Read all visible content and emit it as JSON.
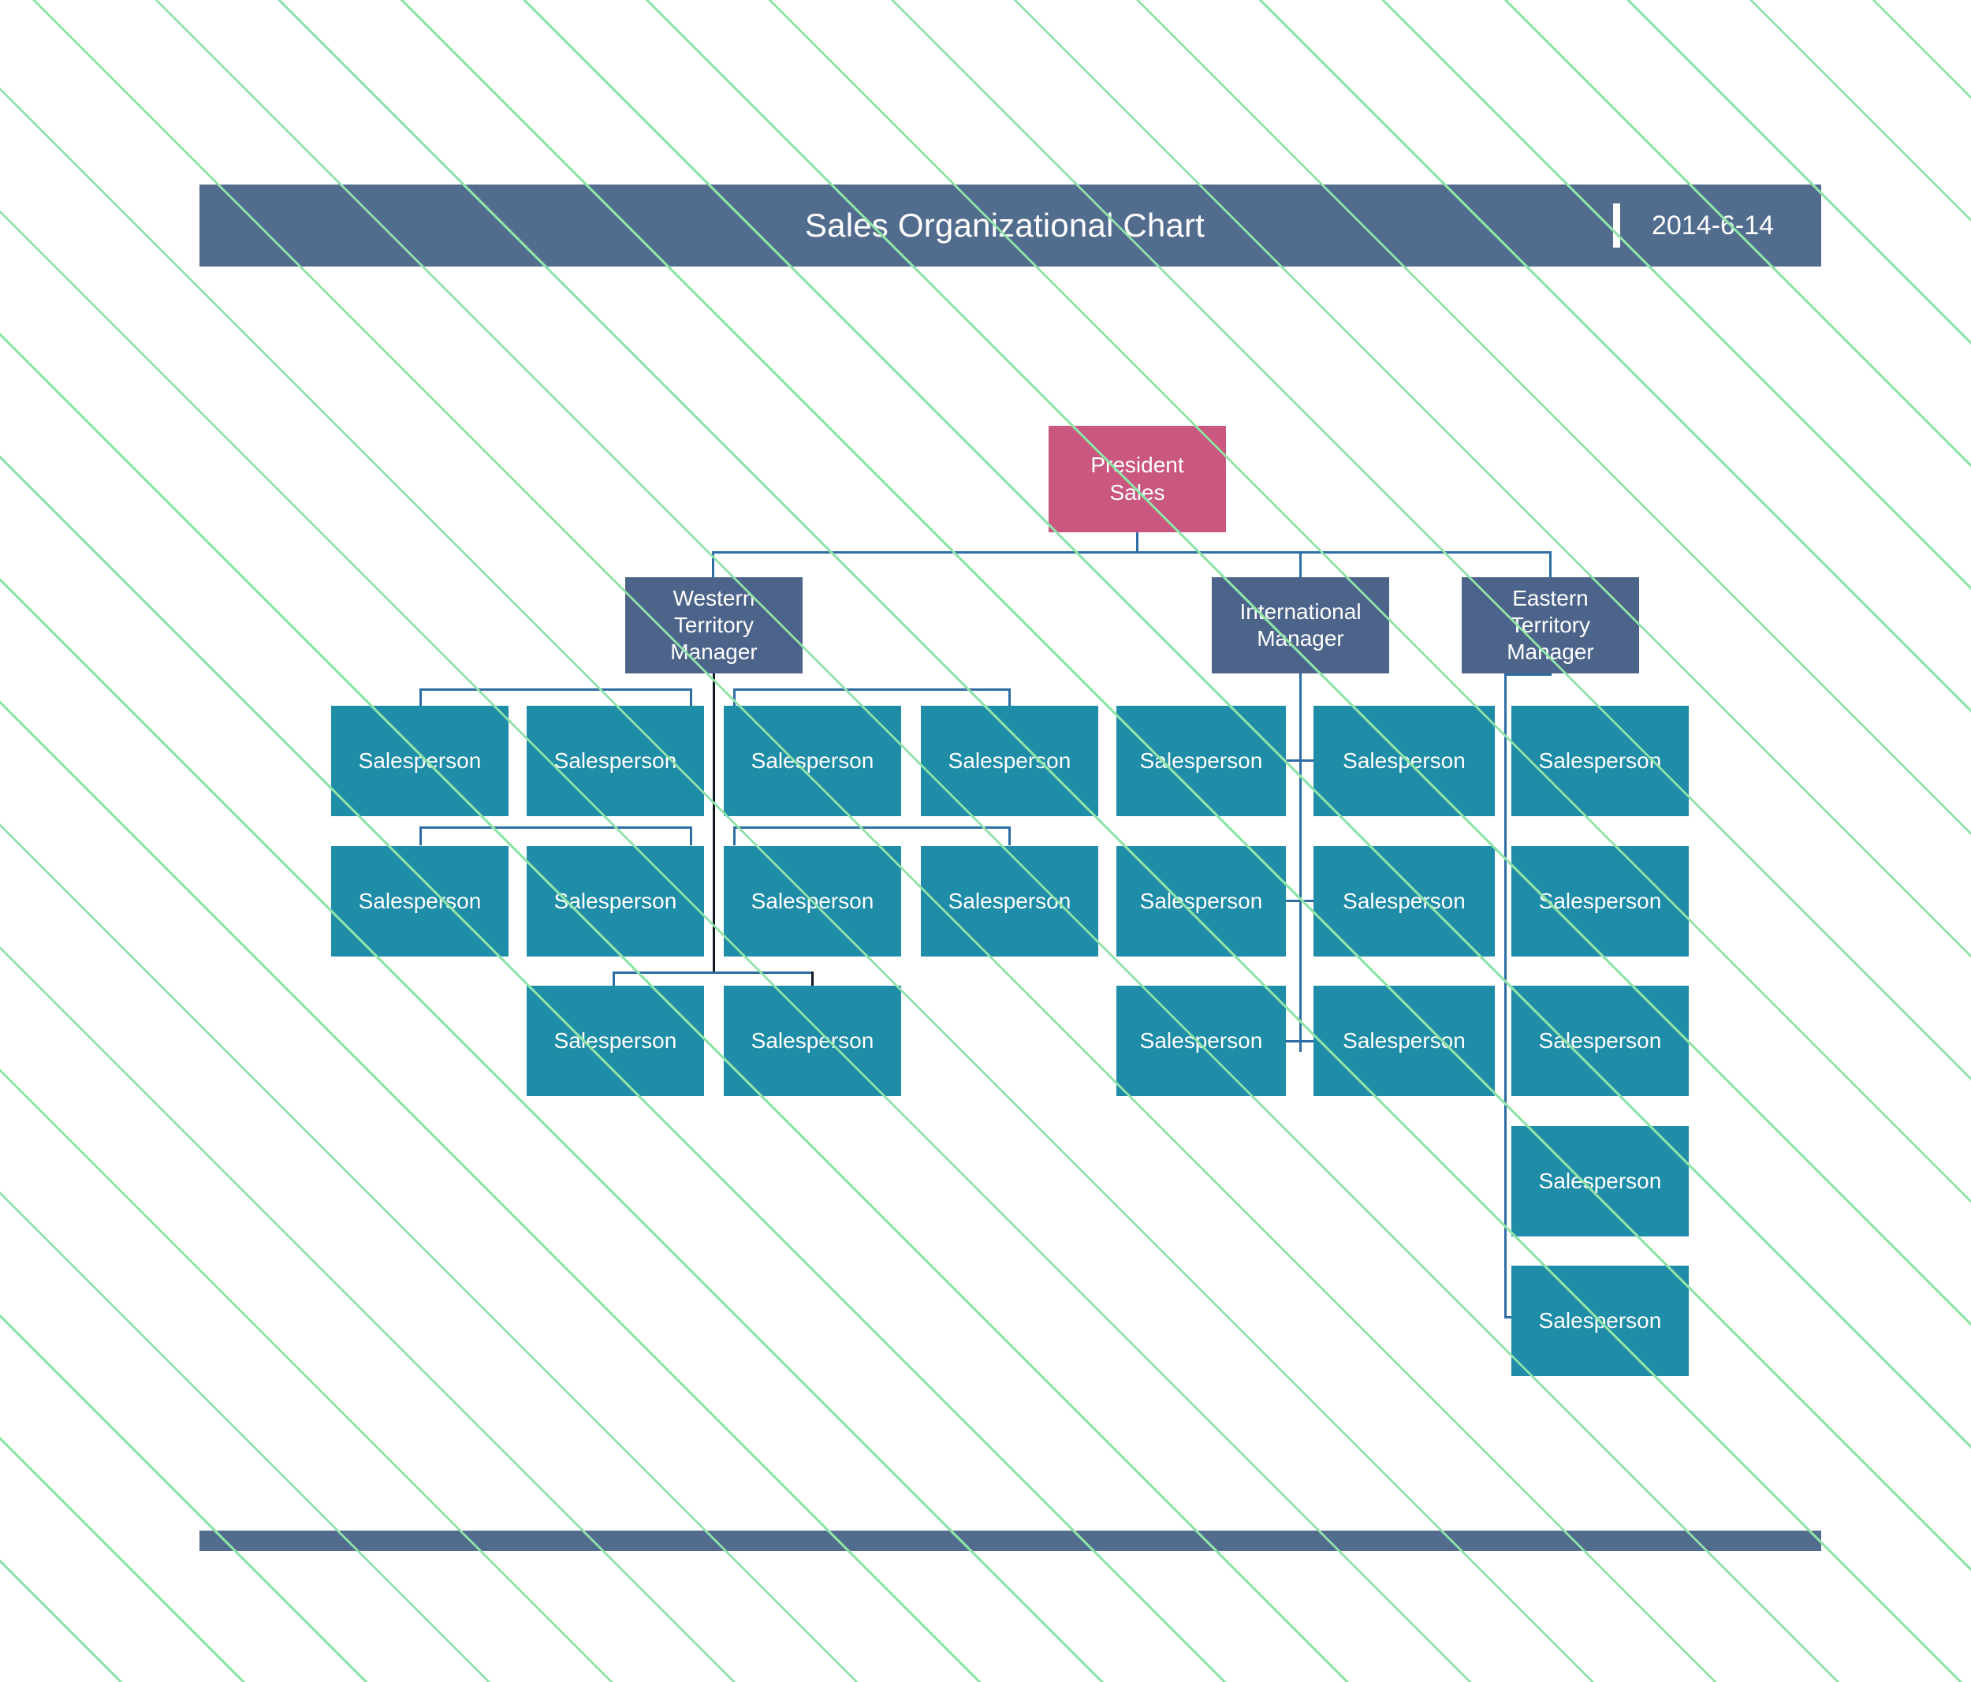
{
  "header": {
    "title": "Sales Organizational Chart",
    "date": "2014-6-14",
    "separator_icon": "vertical-bar-icon"
  },
  "colors": {
    "header_bar": "#526c8e",
    "footer_bar": "#526c8e",
    "president_box": "#c9577f",
    "manager_box": "#4d648a",
    "salesperson_box": "#1f8ca8",
    "connector": "#2e6ca4",
    "connector_dark": "#111820",
    "watermark_stripe": "#8fe3a8",
    "page_background": "#ffffff",
    "node_text": "#ffffff"
  },
  "chart_data": {
    "type": "diagram",
    "title": "Sales Organizational Chart",
    "subtitle": "2014-6-14",
    "orientation": "top-down",
    "root": {
      "label_lines": [
        "President",
        "Sales"
      ],
      "role": "president"
    },
    "branches": [
      {
        "id": "western",
        "label_lines": [
          "Western",
          "Territory",
          "Manager"
        ],
        "role": "manager",
        "report_count": 10,
        "layout": "grid-4-4-2",
        "reports": [
          "Salesperson",
          "Salesperson",
          "Salesperson",
          "Salesperson",
          "Salesperson",
          "Salesperson",
          "Salesperson",
          "Salesperson",
          "Salesperson",
          "Salesperson"
        ]
      },
      {
        "id": "international",
        "label_lines": [
          "International",
          "Manager"
        ],
        "role": "manager",
        "report_count": 6,
        "layout": "spine-3-rows-x-2",
        "reports": [
          "Salesperson",
          "Salesperson",
          "Salesperson",
          "Salesperson",
          "Salesperson",
          "Salesperson"
        ]
      },
      {
        "id": "eastern",
        "label_lines": [
          "Eastern",
          "Territory",
          "Manager"
        ],
        "role": "manager",
        "report_count": 5,
        "layout": "vertical-column",
        "reports": [
          "Salesperson",
          "Salesperson",
          "Salesperson",
          "Salesperson",
          "Salesperson"
        ]
      }
    ]
  },
  "nodes": {
    "president": {
      "line1": "President",
      "line2": "Sales"
    },
    "western": {
      "line1": "Western",
      "line2": "Territory",
      "line3": "Manager"
    },
    "international": {
      "line1": "International",
      "line2": "Manager"
    },
    "eastern": {
      "line1": "Eastern",
      "line2": "Territory",
      "line3": "Manager"
    },
    "salesperson_label": "Salesperson"
  },
  "sales": {
    "w_r1": [
      "Salesperson",
      "Salesperson",
      "Salesperson",
      "Salesperson"
    ],
    "w_r2": [
      "Salesperson",
      "Salesperson",
      "Salesperson",
      "Salesperson"
    ],
    "w_r3": [
      "Salesperson",
      "Salesperson"
    ],
    "i_r1": [
      "Salesperson",
      "Salesperson"
    ],
    "i_r2": [
      "Salesperson",
      "Salesperson"
    ],
    "i_r3": [
      "Salesperson",
      "Salesperson"
    ],
    "e_col": [
      "Salesperson",
      "Salesperson",
      "Salesperson",
      "Salesperson",
      "Salesperson"
    ]
  }
}
